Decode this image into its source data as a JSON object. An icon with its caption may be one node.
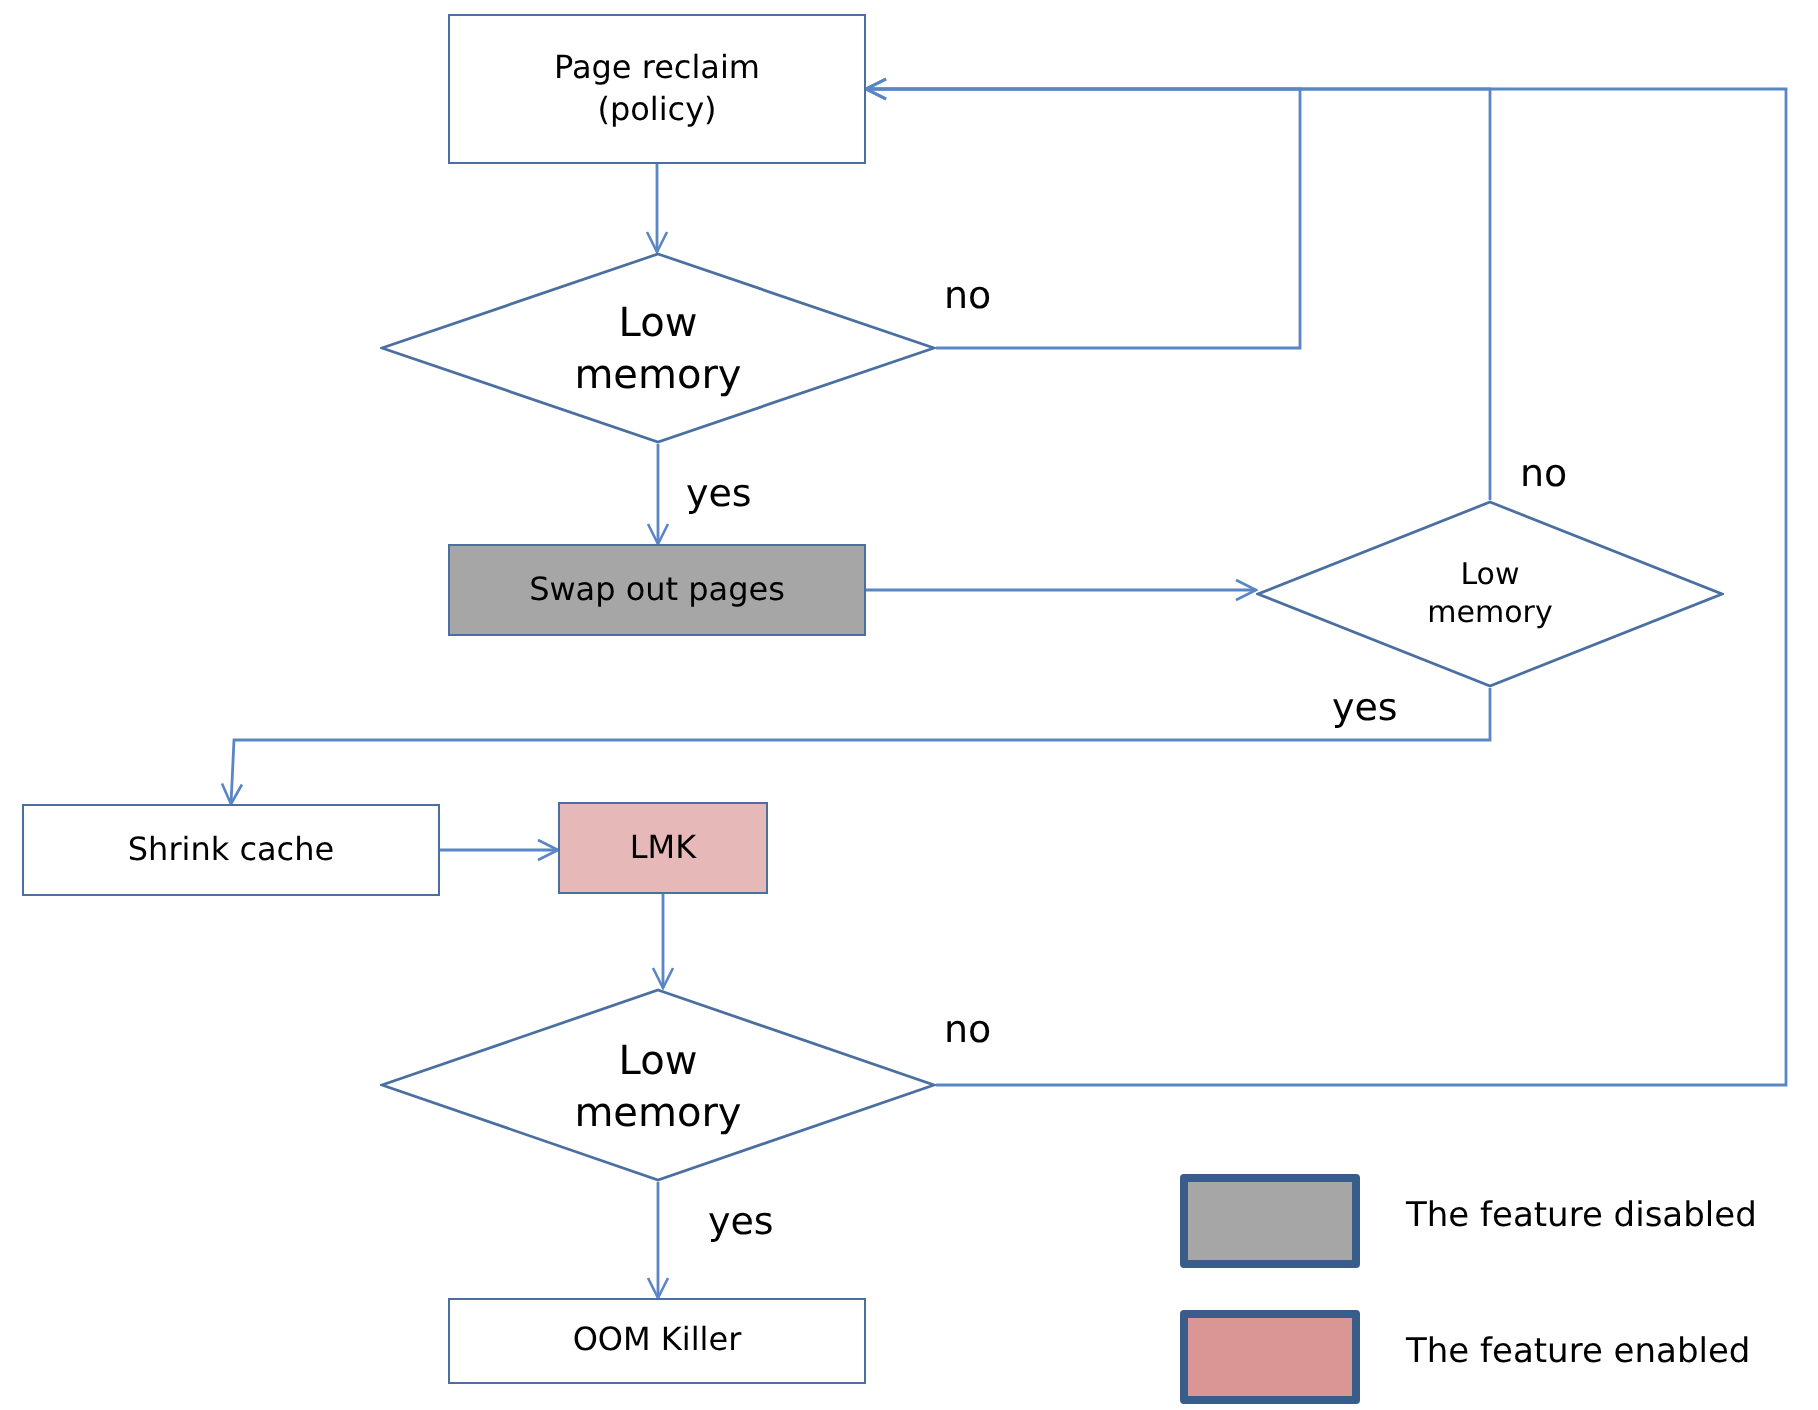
{
  "diagram": {
    "nodes": [
      {
        "text": [
          "Page reclaim (policy)"
        ]
      },
      {
        "text": [
          "Low memory"
        ]
      },
      {
        "text": [
          "Swap out pages"
        ]
      },
      {
        "text": [
          "Low memory"
        ]
      },
      {
        "text": [
          "Shrink cache"
        ]
      },
      {
        "text": [
          "LMK"
        ]
      },
      {
        "text": [
          "Low memory"
        ]
      },
      {
        "text": [
          "OOM Killer"
        ]
      }
    ],
    "edges": [
      {
        "from": 0,
        "to": 1,
        "arrow": "to"
      },
      {
        "from": 1,
        "to": 2,
        "arrow": "to",
        "label": "yes"
      },
      {
        "from": 1,
        "to": 0,
        "arrow": "to",
        "label": "no"
      },
      {
        "from": 2,
        "to": 3,
        "arrow": "to"
      },
      {
        "from": 3,
        "to": 0,
        "arrow": "to",
        "label": "no"
      },
      {
        "from": 3,
        "to": 4,
        "arrow": "to",
        "label": "yes"
      },
      {
        "from": 4,
        "to": 5,
        "arrow": "to"
      },
      {
        "from": 5,
        "to": 6,
        "arrow": "to"
      },
      {
        "from": 6,
        "to": 0,
        "arrow": "to",
        "label": "no"
      },
      {
        "from": 6,
        "to": 7,
        "arrow": "to",
        "label": "yes"
      }
    ],
    "legend": [
      {
        "text": "The feature disabled",
        "color": "#a6a6a6"
      },
      {
        "text": "The feature enabled",
        "color": "#d99694"
      }
    ]
  }
}
